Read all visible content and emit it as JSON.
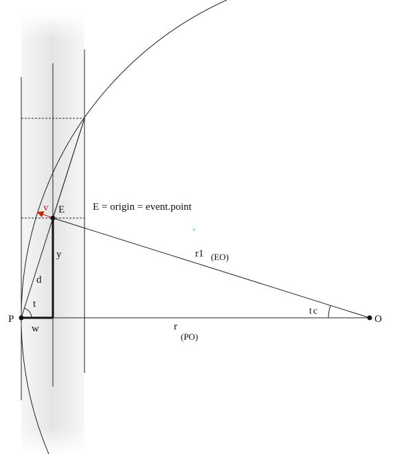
{
  "labels": {
    "point_p": "P",
    "point_e": "E",
    "point_o": "O",
    "caption": "E = origin = event.point",
    "velocity": "v",
    "y": "y",
    "d": "d",
    "t": "t",
    "w": "w",
    "tc": "tc",
    "r": "r",
    "r_sub": "(PO)",
    "r1": "r1",
    "r1_sub": "(EO)",
    "marker": "x"
  },
  "colors": {
    "band": "#e7e7e7",
    "line": "#222222",
    "velocity": "#cc2200",
    "marker": "#66cccc"
  }
}
